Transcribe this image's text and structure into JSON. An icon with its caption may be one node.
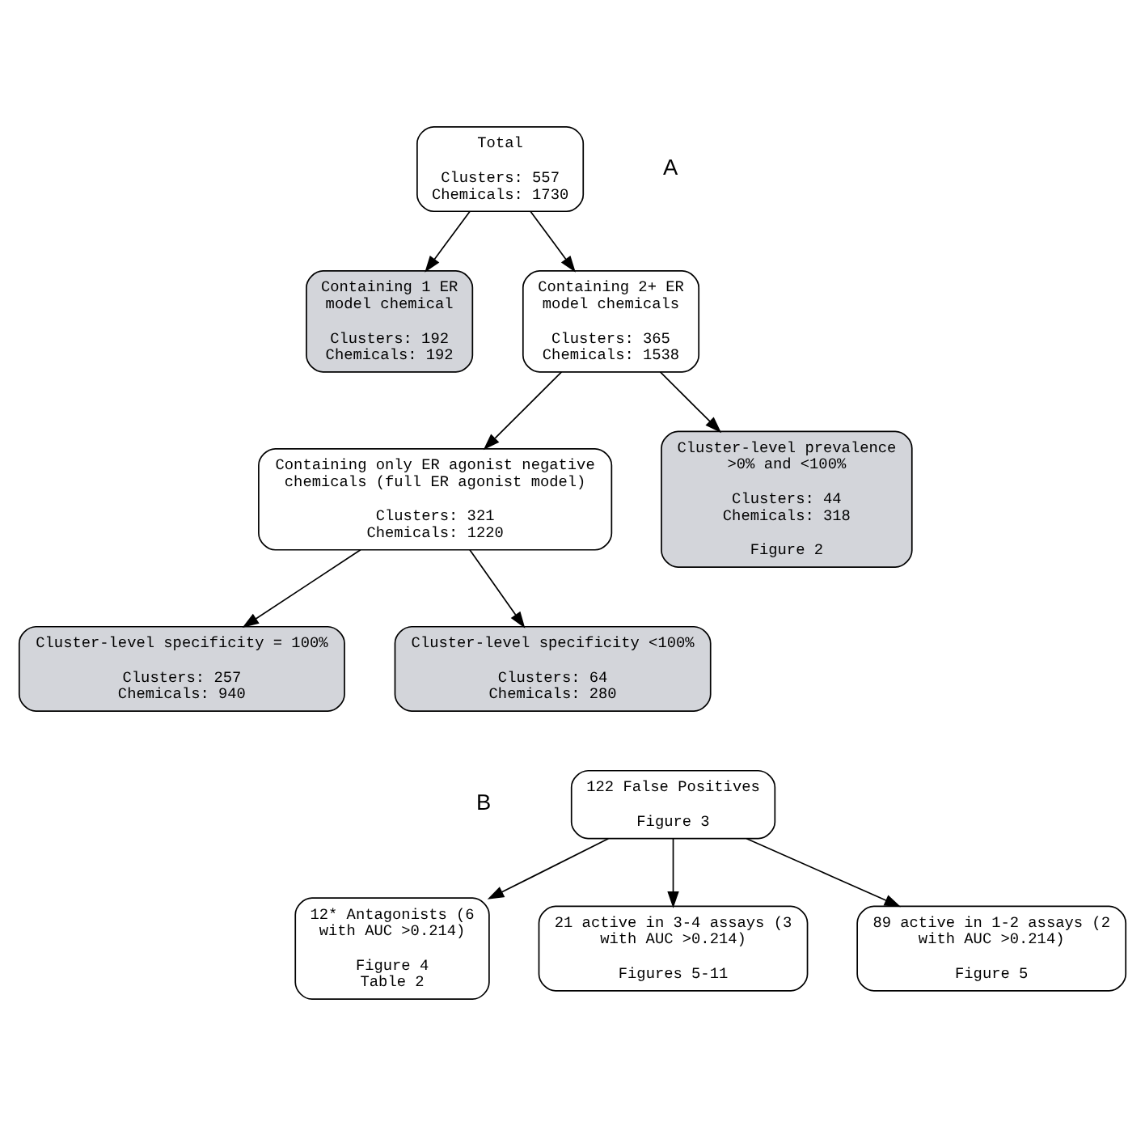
{
  "diagram": {
    "nodes": [
      {
        "text": [
          "Total",
          "Clusters: 557",
          "Chemicals: 1730"
        ]
      },
      {
        "text": [
          "Containing 1 ER model chemical",
          "Clusters: 192",
          "Chemicals: 192"
        ]
      },
      {
        "text": [
          "Containing 2+ ER model chemicals",
          "Clusters: 365",
          "Chemicals: 1538"
        ]
      },
      {
        "text": [
          "Containing only ER agonist negative chemicals (full ER agonist model)",
          "Clusters: 321",
          "Chemicals: 1220"
        ]
      },
      {
        "text": [
          "Cluster-level specificity = 100%",
          "Clusters: 257",
          "Chemicals: 940"
        ]
      },
      {
        "text": [
          "Cluster-level specificity <100%",
          "Clusters: 64",
          "Chemicals: 280"
        ]
      },
      {
        "text": [
          "Cluster-level prevalence >0% and <100%",
          "Clusters: 44",
          "Chemicals: 318",
          "Figure 2"
        ]
      },
      {
        "text": [
          "122 False Positives",
          "Figure 3"
        ]
      },
      {
        "text": [
          "12* Antagonists (6 with AUC >0.214)",
          "Figure 4",
          "Table 2"
        ]
      },
      {
        "text": [
          "21 active in 3-4 assays (3 with AUC >0.214)",
          "Figures 5-11"
        ]
      },
      {
        "text": [
          "89 active in 1-2 assays (2 with AUC >0.214)",
          "Figure 5"
        ]
      }
    ],
    "edges": [
      {
        "from": 0,
        "to": 1,
        "arrow": "to"
      },
      {
        "from": 0,
        "to": 2,
        "arrow": "to"
      },
      {
        "from": 2,
        "to": 3,
        "arrow": "to"
      },
      {
        "from": 2,
        "to": 6,
        "arrow": "to"
      },
      {
        "from": 3,
        "to": 4,
        "arrow": "to"
      },
      {
        "from": 3,
        "to": 5,
        "arrow": "to"
      },
      {
        "from": 7,
        "to": 8,
        "arrow": "to"
      },
      {
        "from": 7,
        "to": 9,
        "arrow": "to"
      },
      {
        "from": 7,
        "to": 10,
        "arrow": "to"
      }
    ],
    "labels": [
      "A",
      "B"
    ]
  }
}
